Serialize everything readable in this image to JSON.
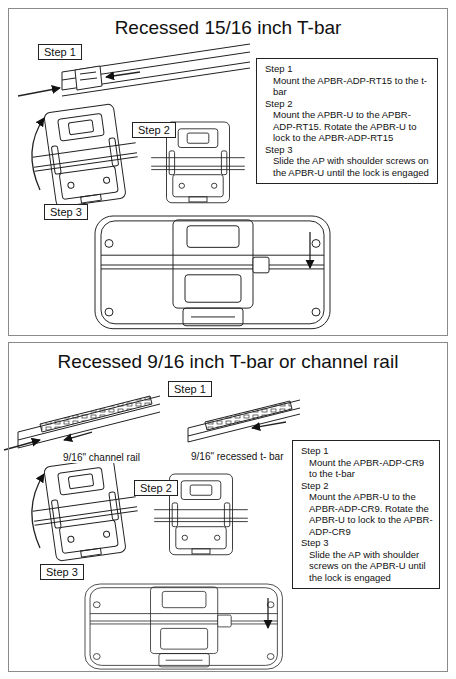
{
  "diagram": {
    "nodes": [
      {
        "text": [
          "Recessed 15/16 inch T-bar"
        ]
      },
      {
        "text": [
          "Step 1"
        ],
        "in": 0
      },
      {
        "text": [
          "Step 2"
        ],
        "in": 0
      },
      {
        "text": [
          "Step 3"
        ],
        "in": 0
      },
      {
        "text": [
          "Step 1",
          "Mount the APBR-ADP-RT15 to the t-bar",
          "Step 2",
          "Mount the APBR-U to the APBR-ADP-RT15. Rotate the APBR-U to lock to the APBR-ADP-RT15",
          "Step 3",
          "Slide the AP with shoulder screws on the APBR-U until the lock is engaged"
        ],
        "in": 0
      },
      {
        "text": [
          "Recessed 9/16 inch T-bar or channel rail"
        ]
      },
      {
        "text": [
          "Step 1"
        ],
        "in": 5
      },
      {
        "text": [
          "Step 2"
        ],
        "in": 5
      },
      {
        "text": [
          "Step 3"
        ],
        "in": 5
      },
      {
        "text": [
          "Step 1",
          "Mount the APBR-ADP-CR9 to the t-bar",
          "Step 2",
          "Mount the APBR-U to the APBR-ADP-CR9. Rotate the APBR-U to lock to the APBR-ADP-CR9",
          "Step 3",
          "Slide the AP with shoulder screws on the APBR-U until the lock is engaged"
        ],
        "in": 5
      }
    ],
    "labels": [
      "9/16\" channel rail",
      "9/16\" recessed t- bar"
    ]
  }
}
